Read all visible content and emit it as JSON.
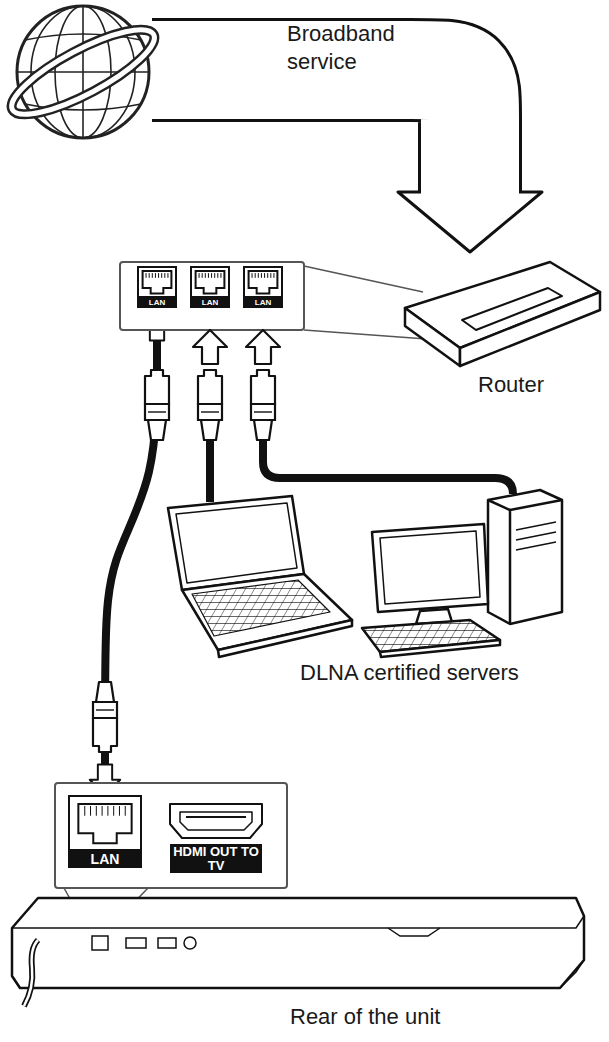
{
  "diagram": {
    "nodes": [
      {
        "text": [
          "Broadband service"
        ]
      },
      {
        "text": [
          "Router"
        ]
      },
      {
        "text": [
          "LAN"
        ]
      },
      {
        "text": [
          "LAN"
        ]
      },
      {
        "text": [
          "LAN"
        ]
      },
      {
        "text": [
          "Rear of the unit"
        ]
      },
      {
        "text": [
          "LAN"
        ]
      },
      {
        "text": [
          "HDMI OUT TO TV"
        ]
      }
    ],
    "edges": [
      {
        "from": 0,
        "to": 1,
        "arrow": "to"
      },
      {
        "from": 6,
        "to": 2,
        "arrow": "both"
      }
    ],
    "labels": [
      "DLNA certified servers"
    ]
  }
}
